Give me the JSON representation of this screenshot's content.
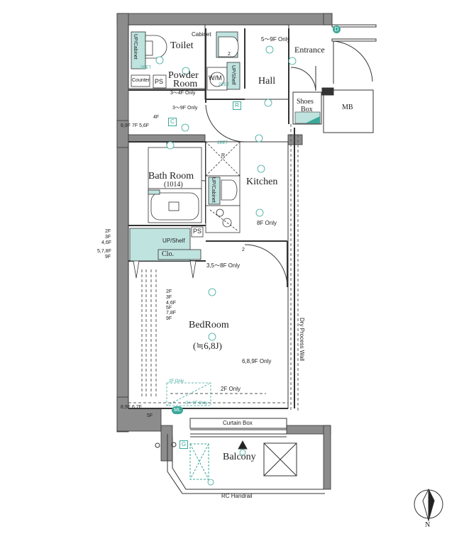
{
  "rooms": {
    "toilet": "Toilet",
    "powder_room_1": "Powder",
    "powder_room_2": "Room",
    "hall": "Hall",
    "entrance": "Entrance",
    "shoes_box_1": "Shoes",
    "shoes_box_2": "Box",
    "mb": "MB",
    "bath_room": "Bath Room",
    "bath_size": "(1014)",
    "kitchen": "Kitchen",
    "clo": "Clo.",
    "bedroom": "BedRoom",
    "bedroom_size": "(≒6,8J)",
    "balcony": "Balcony"
  },
  "labels": {
    "cabinet": "Cabinet",
    "floors_5_9": "5～9F Only",
    "up_cabinet_toilet": "UP/Cabinet",
    "counter": "Counter",
    "ps_top": "PS",
    "wm": "W/M",
    "up_shelf_small": "UP/Shelf",
    "floors_3_4": "3～4F Only",
    "floors_3_9": "3～9F Only",
    "f4": "4F",
    "f_8_9_7_5_6_top": "8,9F 7F 5,6F",
    "r_marker": "R",
    "up_cabinet_kitchen": "UP/Cabinet",
    "floors_8": "8F Only",
    "ps_mid": "PS",
    "up_shelf": "UP/Shelf",
    "floors_left_clo": [
      "2F",
      "3F",
      "4,6F",
      "5,7,8F",
      "9F"
    ],
    "floors_3_5_8": "3,5～8F Only",
    "floors_bed_list": [
      "2F",
      "3F",
      "4,6F",
      "5F",
      "7,8F",
      "9F"
    ],
    "floors_6_8_9": "6,8,9F Only",
    "dry_process_wall": "Dry Process Wall",
    "floors_2_dash": "2F Only",
    "floors_2": "2F Only",
    "floors_3_9_green": "3～9F Only",
    "f_8_9_6_7": "8,9F  6,7F",
    "f5": "5F",
    "curtain_box": "Curtain Box",
    "rc_handrail": "RC Handrail",
    "north": "N",
    "outlet_2eet_1": "2EET",
    "outlet_2eet_2": "2EET",
    "outlet_2eet_3": "2EET",
    "num_2_a": "2",
    "num_2_b": "2"
  },
  "markers": {
    "c": "C",
    "d": "D",
    "r": "R",
    "g": "G",
    "ml": "ML"
  },
  "colors": {
    "wall": "#8c8c8c",
    "line": "#333333",
    "fixture": "#bfe3df",
    "accent": "#3aa89a"
  }
}
